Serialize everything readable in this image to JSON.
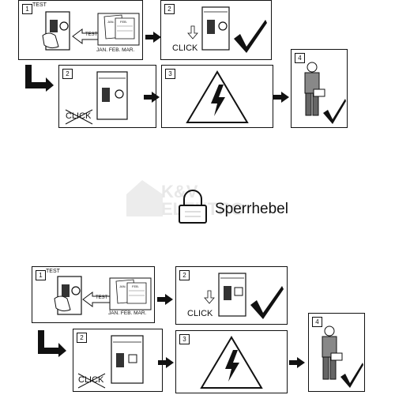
{
  "groups": [
    {
      "id": "top",
      "step1": {
        "num": "1",
        "test_top": "TEST",
        "test_arrow": "TEST",
        "calendar": "JAN. FEB. MAR.",
        "cal_a": "FEB.",
        "cal_b": "JAN."
      },
      "step2_ok": {
        "num": "2",
        "click": "CLICK"
      },
      "step2_fail": {
        "num": "2",
        "click": "CLICK"
      },
      "step3": {
        "num": "3"
      },
      "step4": {
        "num": "4"
      }
    },
    {
      "id": "bottom",
      "step1": {
        "num": "1",
        "test_top": "TEST",
        "test_arrow": "TEST",
        "calendar": "JAN. FEB. MAR.",
        "cal_a": "FEB.",
        "cal_b": "JAN."
      },
      "step2_ok": {
        "num": "2",
        "click": "CLICK"
      },
      "step2_fail": {
        "num": "2",
        "click": "CLICK"
      },
      "step3": {
        "num": "3"
      },
      "step4": {
        "num": "4"
      }
    }
  ],
  "legend": {
    "label": "Sperrhebel"
  },
  "watermark": {
    "line1": "K&V",
    "line2": "ELEKTRO"
  }
}
